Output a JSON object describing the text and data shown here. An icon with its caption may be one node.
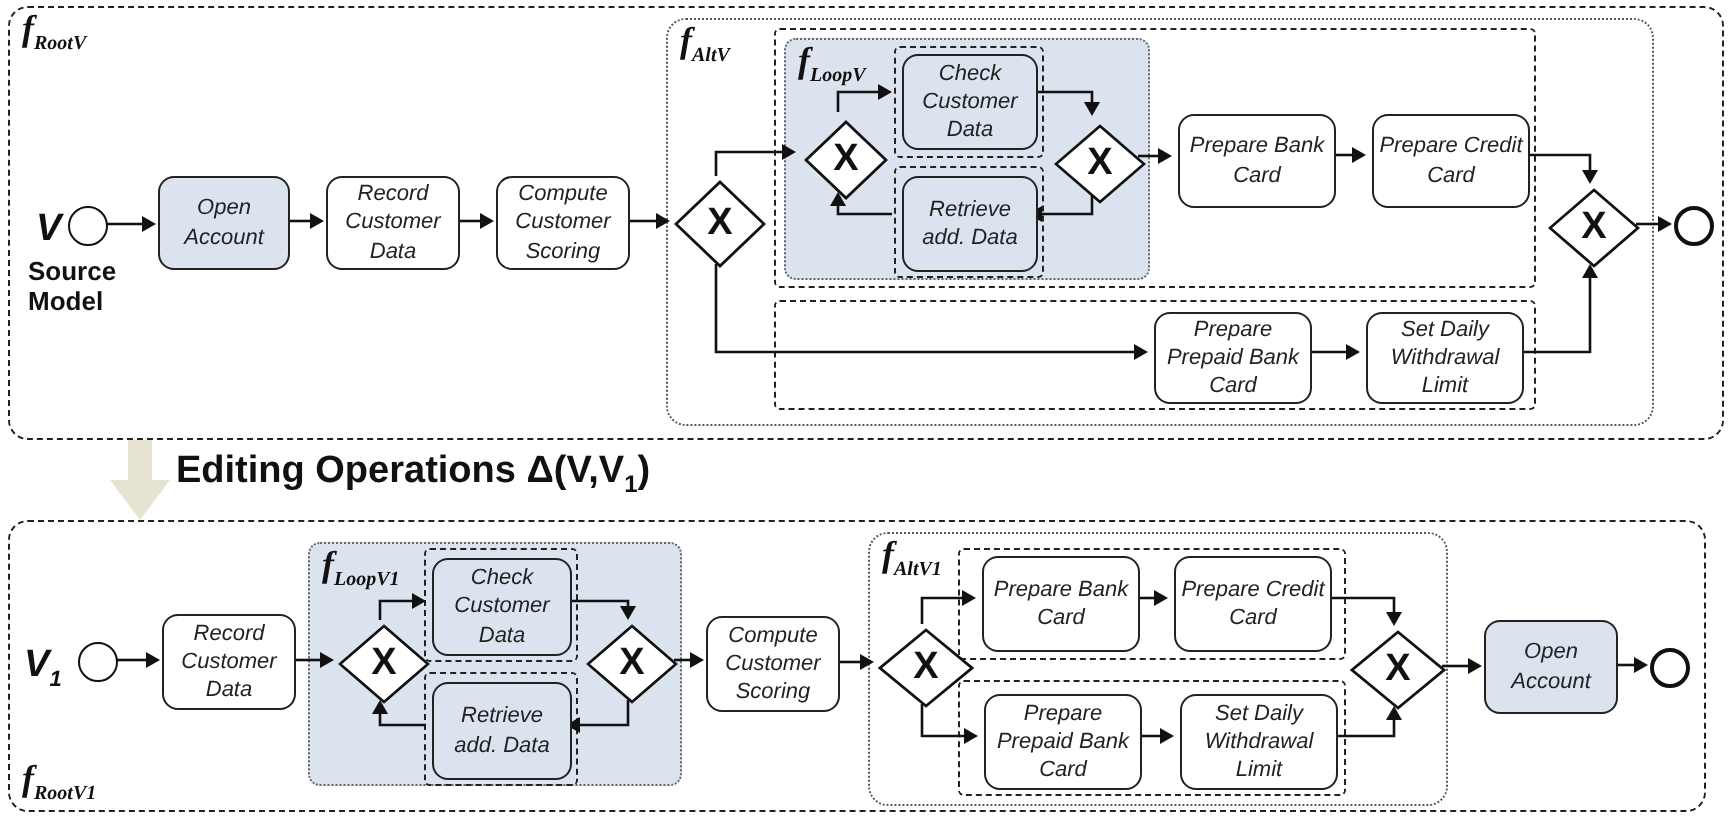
{
  "diagram": {
    "nodes": [
      {
        "text": [
          "f$_{RootV}$"
        ]
      },
      {
        "text": [],
        "shape": "circle",
        "in": 0,
        "beside": [
          "V",
          "Source Model"
        ]
      },
      {
        "text": [
          "Open Account"
        ],
        "in": 0
      },
      {
        "text": [
          "Record Customer Data"
        ],
        "in": 0
      },
      {
        "text": [
          "Compute Customer Scoring"
        ],
        "in": 0
      },
      {
        "text": [
          "f$_{AltV}$"
        ],
        "in": 0
      },
      {
        "text": [
          "X"
        ],
        "in": 5
      },
      {
        "text": [],
        "shape": "box",
        "in": 5
      },
      {
        "text": [
          "f$_{LoopV}$"
        ],
        "in": 7
      },
      {
        "text": [
          "X"
        ],
        "in": 8
      },
      {
        "text": [],
        "shape": "box",
        "in": 8
      },
      {
        "text": [
          "Check Customer Data"
        ],
        "in": 10
      },
      {
        "text": [],
        "shape": "box",
        "in": 8
      },
      {
        "text": [
          "Retrieve add. Data"
        ],
        "in": 12
      },
      {
        "text": [
          "X"
        ],
        "in": 8
      },
      {
        "text": [
          "Prepare Bank Card"
        ],
        "in": 7
      },
      {
        "text": [
          "Prepare Credit Card"
        ],
        "in": 7
      },
      {
        "text": [],
        "shape": "box",
        "in": 5
      },
      {
        "text": [
          "Prepare Prepaid Bank Card"
        ],
        "in": 17
      },
      {
        "text": [
          "Set Daily Withdrawal Limit"
        ],
        "in": 17
      },
      {
        "text": [
          "X"
        ],
        "in": 5
      },
      {
        "text": [],
        "shape": "circle",
        "in": 0
      },
      {
        "text": [
          "f$_{RootV1}$"
        ]
      },
      {
        "text": [],
        "shape": "circle",
        "in": 22,
        "beside": [
          "V$_{1}$"
        ]
      },
      {
        "text": [
          "Record Customer Data"
        ],
        "in": 22
      },
      {
        "text": [
          "f$_{LoopV1}$"
        ],
        "in": 22
      },
      {
        "text": [
          "X"
        ],
        "in": 25
      },
      {
        "text": [],
        "shape": "box",
        "in": 25
      },
      {
        "text": [
          "Check Customer Data"
        ],
        "in": 27
      },
      {
        "text": [],
        "shape": "box",
        "in": 25
      },
      {
        "text": [
          "Retrieve add. Data"
        ],
        "in": 29
      },
      {
        "text": [
          "X"
        ],
        "in": 25
      },
      {
        "text": [
          "Compute Customer Scoring"
        ],
        "in": 22
      },
      {
        "text": [
          "f$_{AltV1}$"
        ],
        "in": 22
      },
      {
        "text": [
          "X"
        ],
        "in": 33
      },
      {
        "text": [],
        "shape": "box",
        "in": 33
      },
      {
        "text": [
          "Prepare Bank Card"
        ],
        "in": 35
      },
      {
        "text": [
          "Prepare Credit Card"
        ],
        "in": 35
      },
      {
        "text": [],
        "shape": "box",
        "in": 33
      },
      {
        "text": [
          "Prepare Prepaid Bank Card"
        ],
        "in": 38
      },
      {
        "text": [
          "Set Daily Withdrawal Limit"
        ],
        "in": 38
      },
      {
        "text": [
          "X"
        ],
        "in": 33
      },
      {
        "text": [
          "Open Account"
        ],
        "in": 22
      },
      {
        "text": [],
        "shape": "circle",
        "in": 22
      }
    ],
    "edges": [
      {
        "from": 1,
        "to": 2,
        "arrow": "to"
      },
      {
        "from": 2,
        "to": 3,
        "arrow": "to"
      },
      {
        "from": 3,
        "to": 4,
        "arrow": "to"
      },
      {
        "from": 4,
        "to": 6,
        "arrow": "to"
      },
      {
        "from": 6,
        "to": 9,
        "arrow": "to"
      },
      {
        "from": 6,
        "to": 18,
        "arrow": "to"
      },
      {
        "from": 9,
        "to": 11,
        "arrow": "to"
      },
      {
        "from": 11,
        "to": 14,
        "arrow": "to"
      },
      {
        "from": 14,
        "to": 13,
        "arrow": "to"
      },
      {
        "from": 13,
        "to": 9,
        "arrow": "to"
      },
      {
        "from": 14,
        "to": 15,
        "arrow": "to"
      },
      {
        "from": 15,
        "to": 16,
        "arrow": "to"
      },
      {
        "from": 16,
        "to": 20,
        "arrow": "to"
      },
      {
        "from": 18,
        "to": 19,
        "arrow": "to"
      },
      {
        "from": 19,
        "to": 20,
        "arrow": "to"
      },
      {
        "from": 20,
        "to": 21,
        "arrow": "to"
      },
      {
        "from": 23,
        "to": 24,
        "arrow": "to"
      },
      {
        "from": 24,
        "to": 26,
        "arrow": "to"
      },
      {
        "from": 26,
        "to": 28,
        "arrow": "to"
      },
      {
        "from": 28,
        "to": 31,
        "arrow": "to"
      },
      {
        "from": 31,
        "to": 30,
        "arrow": "to"
      },
      {
        "from": 30,
        "to": 26,
        "arrow": "to"
      },
      {
        "from": 31,
        "to": 32,
        "arrow": "to"
      },
      {
        "from": 32,
        "to": 34,
        "arrow": "to"
      },
      {
        "from": 34,
        "to": 36,
        "arrow": "to"
      },
      {
        "from": 34,
        "to": 39,
        "arrow": "to"
      },
      {
        "from": 36,
        "to": 37,
        "arrow": "to"
      },
      {
        "from": 37,
        "to": 41,
        "arrow": "to"
      },
      {
        "from": 39,
        "to": 40,
        "arrow": "to"
      },
      {
        "from": 40,
        "to": 41,
        "arrow": "to"
      },
      {
        "from": 41,
        "to": 42,
        "arrow": "to"
      },
      {
        "from": 42,
        "to": 43,
        "arrow": "to"
      },
      {
        "from": 0,
        "to": 22,
        "arrow": "to",
        "label": "Editing Operations Δ(V,V$_{1}$)",
        "style": "thick",
        "color": "#e6e3d3"
      }
    ]
  }
}
